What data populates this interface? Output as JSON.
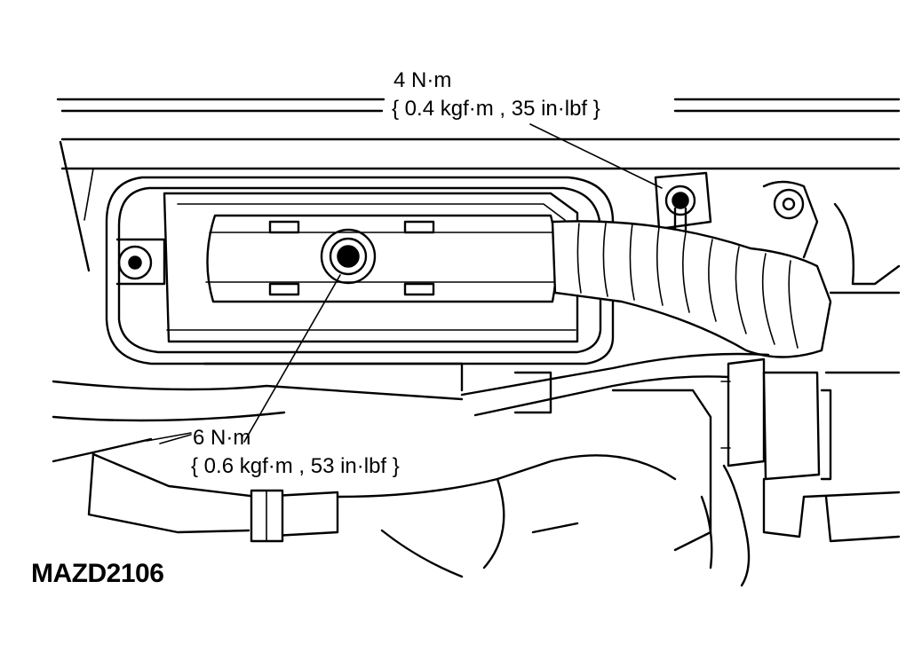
{
  "callouts": {
    "upper": {
      "value": "4 N·m",
      "detail": "{ 0.4 kgf·m , 35 in·lbf }"
    },
    "lower": {
      "value": "6 N·m",
      "detail": "{ 0.6 kgf·m , 53 in·lbf }"
    }
  },
  "figure_code": "MAZD2106"
}
